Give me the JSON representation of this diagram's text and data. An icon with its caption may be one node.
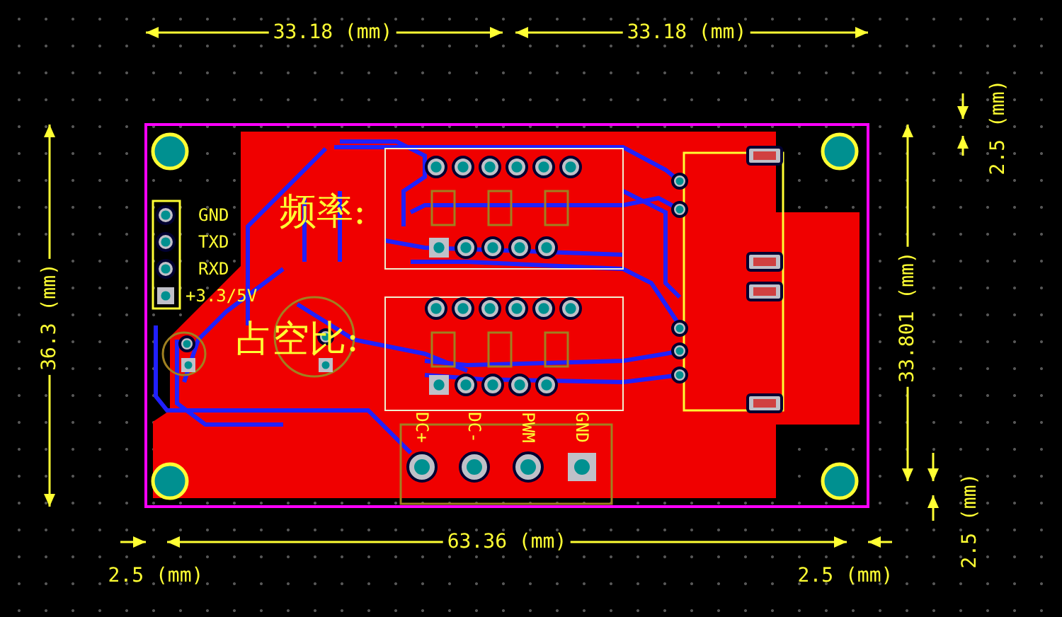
{
  "diagram": {
    "labels": [
      "33.18 (mm)",
      "33.18 (mm)",
      "2.5 (mm)",
      "36.3 (mm)",
      "GND",
      "TXD",
      "RXD",
      "+3.3/5V",
      "频率:",
      "占空比:",
      "33.801 (mm)",
      "DC+",
      "DC-",
      "PWM",
      "GND",
      "2.5 (mm)",
      "63.36 (mm)",
      "2.5 (mm)",
      "2.5 (mm)"
    ]
  }
}
